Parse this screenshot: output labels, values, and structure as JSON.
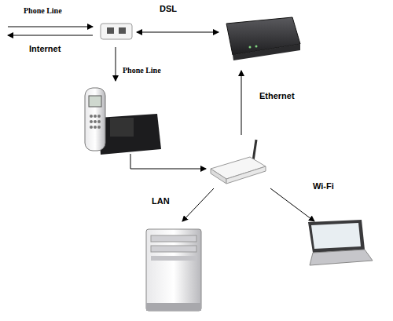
{
  "diagram": {
    "labels": [
      "Phone Line",
      "DSL",
      "Internet",
      "Phone Line",
      "Ethernet",
      "LAN",
      "Wi-Fi"
    ]
  }
}
